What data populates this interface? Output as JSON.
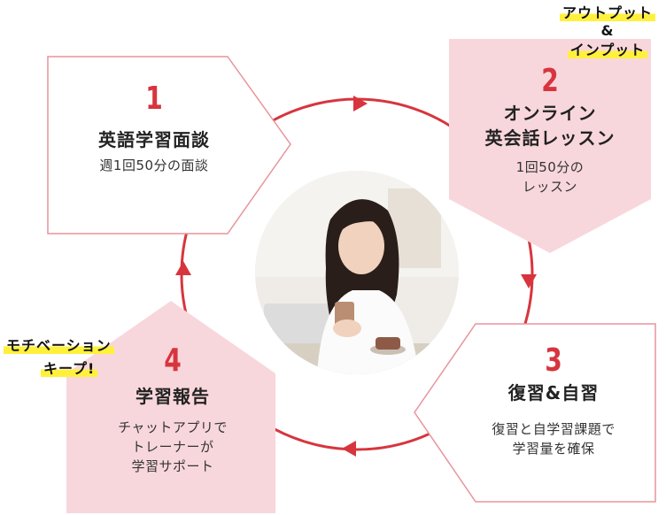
{
  "steps": [
    {
      "number": "1",
      "title": "英語学習面談",
      "desc": [
        "週1回50分の面談"
      ]
    },
    {
      "number": "2",
      "title_lines": [
        "オンライン",
        "英会話レッスン"
      ],
      "desc": [
        "1回50分の",
        "レッスン"
      ]
    },
    {
      "number": "3",
      "title": "復習&自習",
      "desc": [
        "復習と自学習課題で",
        "学習量を確保"
      ]
    },
    {
      "number": "4",
      "title": "学習報告",
      "desc": [
        "チャットアプリで",
        "トレーナーが",
        "学習サポート"
      ]
    }
  ],
  "tags": {
    "top_right": [
      "アウトプット",
      "&",
      "インプット"
    ],
    "left": [
      "モチベーション",
      "キープ!"
    ]
  },
  "colors": {
    "accent_red": "#d7353e",
    "pink_fill": "#f8d7dc",
    "highlight_yellow": "#fff13b"
  }
}
